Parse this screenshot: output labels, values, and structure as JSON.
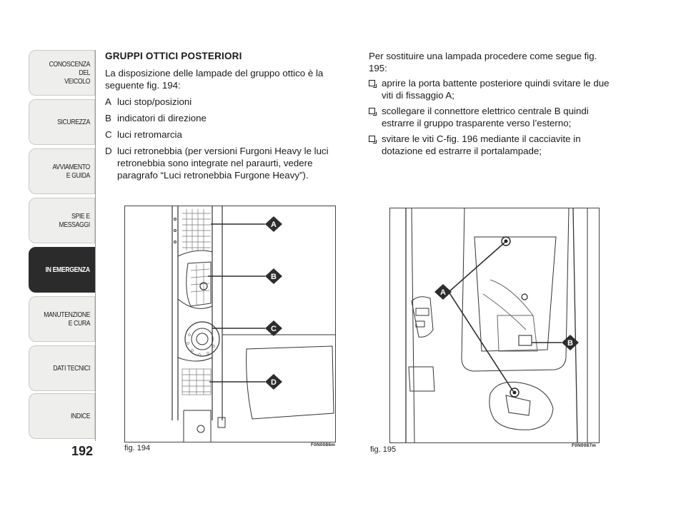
{
  "sidebar": {
    "tabs": [
      {
        "label": "CONOSCENZA\nDEL\nVEICOLO",
        "active": false
      },
      {
        "label": "SICUREZZA",
        "active": false
      },
      {
        "label": "AVVIAMENTO\nE GUIDA",
        "active": false
      },
      {
        "label": "SPIE E\nMESSAGGI",
        "active": false
      },
      {
        "label": "IN EMERGENZA",
        "active": true
      },
      {
        "label": "MANUTENZIONE\nE CURA",
        "active": false
      },
      {
        "label": "DATI TECNICI",
        "active": false
      },
      {
        "label": "INDICE",
        "active": false
      }
    ],
    "page_number": "192"
  },
  "left": {
    "heading": "GRUPPI OTTICI POSTERIORI",
    "intro": "La disposizione delle lampade del gruppo ottico è la seguente fig. 194:",
    "legend": [
      {
        "key": "A",
        "text": "luci stop/posizioni"
      },
      {
        "key": "B",
        "text": "indicatori di direzione"
      },
      {
        "key": "C",
        "text": "luci retromarcia"
      },
      {
        "key": "D",
        "text": "luci retronebbia (per versioni Furgoni Heavy le luci retronebbia sono integrate nel paraurti, vedere paragrafo “Luci retronebbia Furgone Heavy”)."
      }
    ]
  },
  "right": {
    "intro": "Per sostituire una lampada procedere come segue fig. 195:",
    "steps": [
      "aprire la porta battente posteriore quindi svitare le due viti di fissaggio A;",
      "scollegare il connettore elettrico centrale B quindi estrarre il gruppo trasparente verso l’esterno;",
      "svitare le viti C-fig. 196 mediante il cacciavite in dotazione ed estrarre il portalampade;"
    ]
  },
  "fig194": {
    "caption": "fig. 194",
    "code": "F0N0086m",
    "markers": [
      "A",
      "B",
      "C",
      "D"
    ]
  },
  "fig195": {
    "caption": "fig. 195",
    "code": "F0N0087m",
    "markers": [
      "A",
      "B"
    ]
  },
  "colors": {
    "marker": "#2d2d2d",
    "active_tab": "#2b2b2b",
    "tab_bg": "#eeeeec"
  }
}
